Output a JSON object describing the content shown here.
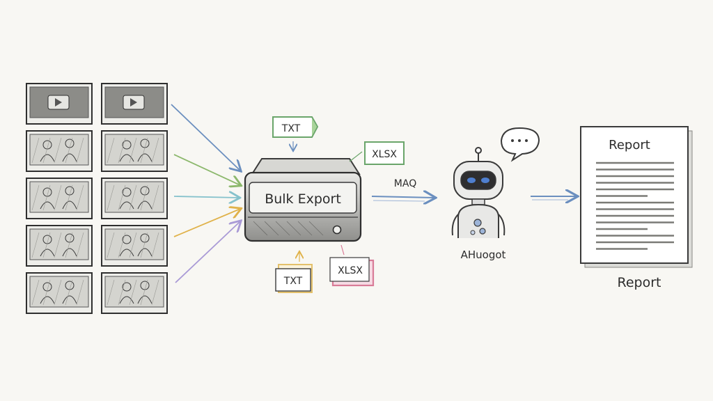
{
  "colors": {
    "paper": "#f8f7f3",
    "ink": "#3a3a3a",
    "blue_arrow": "#6b8fbf",
    "green_arrow": "#8cb86c",
    "teal_arrow": "#86c2cc",
    "yellow_arrow": "#e0b24a",
    "purple_arrow": "#a99ad6",
    "txt_green": "#6aa56a",
    "xlsx_pink": "#d97b97",
    "txt_yellow": "#e3c06a",
    "robot_eye": "#4f7fcf"
  },
  "thumbnail_grid": {
    "rows": 5,
    "cols": 2
  },
  "files": {
    "txt_top": "TXT",
    "xlsx_top": "XLSX",
    "txt_bottom": "TXT",
    "xlsx_bottom": "XLSX"
  },
  "server": {
    "label": "Bulk Export"
  },
  "arrow_label": "MAQ",
  "robot": {
    "label": "AHuogot",
    "bubble_icon": "speech-bubble-icon"
  },
  "report": {
    "title": "Report",
    "caption": "Report",
    "line_count": 14
  }
}
